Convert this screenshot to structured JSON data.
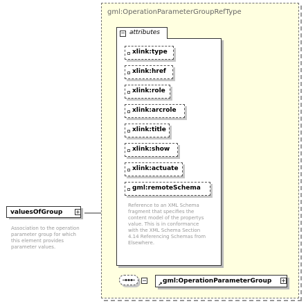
{
  "complex_type": {
    "name": "gml:OperationParameterGroupRefType"
  },
  "attributes_group": {
    "label": "attributes"
  },
  "attributes": [
    {
      "name": "xlink:type"
    },
    {
      "name": "xlink:href"
    },
    {
      "name": "xlink:role"
    },
    {
      "name": "xlink:arcrole"
    },
    {
      "name": "xlink:title"
    },
    {
      "name": "xlink:show"
    },
    {
      "name": "xlink:actuate"
    },
    {
      "name": "gml:remoteSchema"
    }
  ],
  "remote_schema_doc": "Reference to an XML Schema fragment that specifies the content model of the propertys value. This is in conformance with the XML Schema Section 4.14 Referencing Schemas from Elsewhere.",
  "root_element": {
    "name": "valuesOfGroup",
    "documentation": "Association to the operation parameter group for which this element provides parameter values."
  },
  "ref_element": {
    "name": "gml:OperationParameterGroup"
  },
  "expand_symbol": "+",
  "collapse_symbol": "−"
}
